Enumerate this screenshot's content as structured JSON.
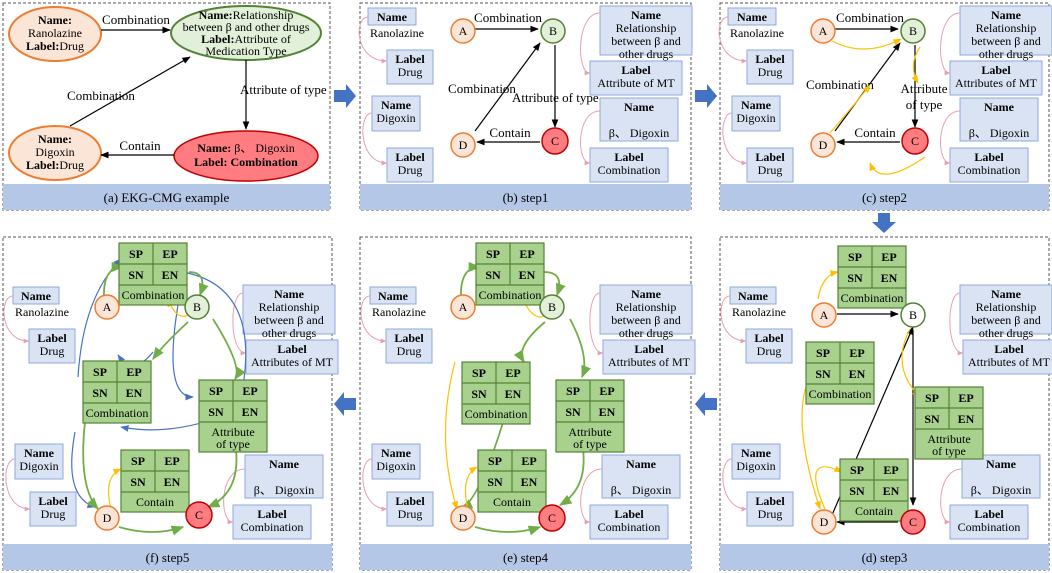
{
  "panel_a": {
    "caption": "(a) EKG-CMG example",
    "node_ranolazine": {
      "name_key": "Name:",
      "name": "Ranolazine",
      "label_key": "Label:",
      "label": "Drug"
    },
    "node_relationship": {
      "name_key": "Name:",
      "name_line1": "Relationship",
      "name_line2": "between β and other drugs",
      "label_key": "Label:",
      "label_line1": "Attribute of",
      "label_line2": "Medication Type"
    },
    "node_digoxin": {
      "name_key": "Name:",
      "name": "Digoxin",
      "label_key": "Label:",
      "label": "Drug"
    },
    "node_beta": {
      "name_key": "Name:",
      "name": "β、 Digoxin",
      "label_key": "Label:",
      "label": "Combination"
    },
    "edge_combination_top": "Combination",
    "edge_combination_left": "Combination",
    "edge_attribute": "Attribute of type",
    "edge_contain": "Contain"
  },
  "steps": {
    "b": {
      "caption": "(b) step1"
    },
    "c": {
      "caption": "(c) step2"
    },
    "d": {
      "caption": "(d) step3"
    },
    "e": {
      "caption": "(e) step4"
    },
    "f": {
      "caption": "(f) step5"
    }
  },
  "node_letters": {
    "a": "A",
    "b": "B",
    "c": "C",
    "d": "D"
  },
  "boxes": {
    "name_header": "Name",
    "label_header": "Label",
    "ranolazine": "Ranolazine",
    "drug": "Drug",
    "relationship_line1": "Relationship",
    "relationship_line2": "between β and",
    "relationship_line3": "other drugs",
    "attribute_mt_step1": "Attribute of MT",
    "attributes_mt": "Attributes of MT",
    "digoxin": "Digoxin",
    "beta_digoxin": "β、 Digoxin",
    "combination": "Combination"
  },
  "edges": {
    "combination": "Combination",
    "attribute_of_type": "Attribute of type",
    "attribute_line1": "Attribute",
    "attribute_line2": "of type",
    "contain": "Contain"
  },
  "grid": {
    "sp": "SP",
    "ep": "EP",
    "sn": "SN",
    "en": "EN",
    "combination": "Combination",
    "contain": "Contain",
    "attribute_line1": "Attribute",
    "attribute_line2": "of type"
  },
  "colors": {
    "panel_border": "#555555",
    "caption_bar": "#b4c7e7",
    "box_fill": "#dae3f3",
    "box_stroke": "#8faadc",
    "grid_fill": "#a9d18e",
    "grid_stroke": "#548235",
    "orange": "#ed7d31",
    "green_node": "#548235",
    "red_fill": "#ff7c80",
    "red_stroke": "#c00000",
    "yellow_arrow": "#ffc000",
    "green_arrow": "#70ad47",
    "blue_arrow": "#4472c4",
    "pink_arrow": "#e6a0b4",
    "step_arrow": "#4472c4",
    "peach_fill": "#fbe5d6",
    "light_green_fill": "#e2f0d9"
  }
}
